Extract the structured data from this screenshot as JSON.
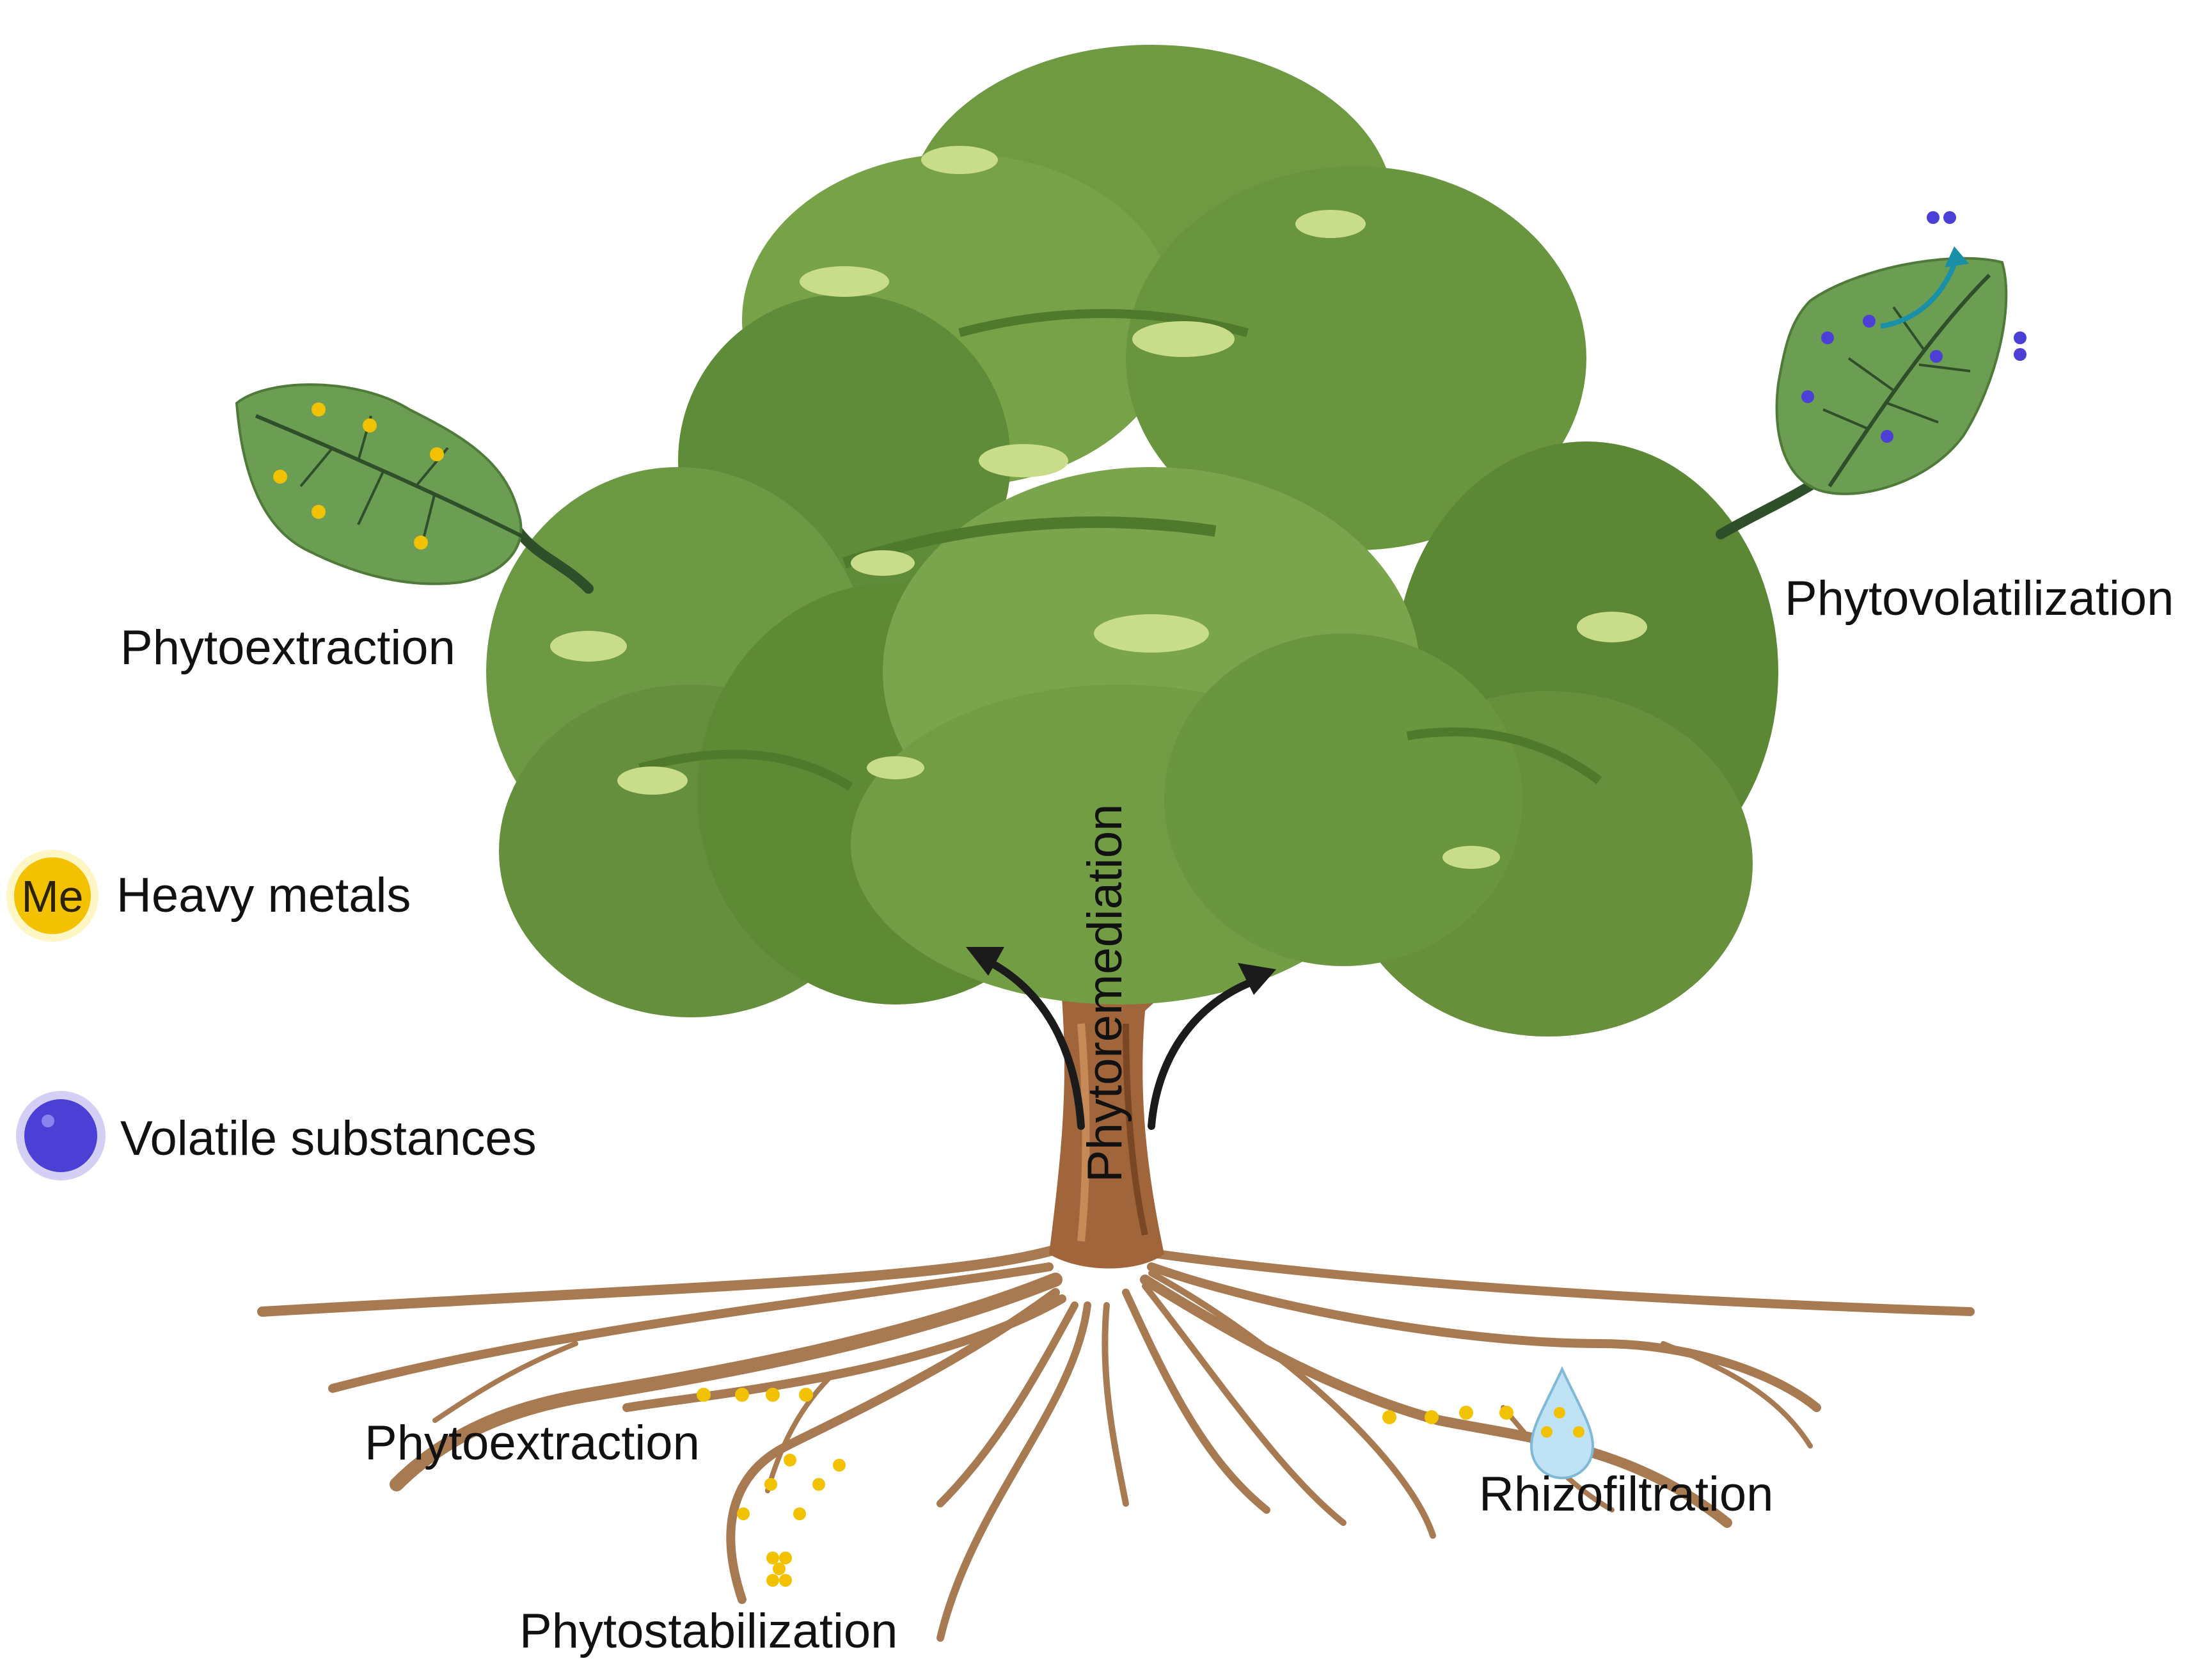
{
  "labels": {
    "phytoextraction_leaf": "Phytoextraction",
    "phytovolatilization": "Phytovolatilization",
    "phytoremediation": "Phytoremediation",
    "phytoextraction_root": "Phytoextraction",
    "phytostabilization": "Phytostabilization",
    "rhizofiltration": "Rhizofiltration"
  },
  "legend": {
    "heavy_metals": {
      "symbol": "Me",
      "label": "Heavy metals",
      "color": "#f2c200"
    },
    "volatile": {
      "label": "Volatile substances",
      "color": "#4b3fd6"
    }
  },
  "colors": {
    "canopy_dark": "#4f7a2c",
    "canopy_mid": "#6f9a42",
    "canopy_light": "#8eb158",
    "highlight": "#c9dc8a",
    "trunk": "#a0653b",
    "root": "#a77a52",
    "leaf": "#6b9e52",
    "leaf_vein": "#2f4f2a",
    "metal": "#f2c200",
    "volatile": "#4b3fd6",
    "water": "#bfe3f5",
    "arrow": "#1b1b1b",
    "arrow_teal": "#1a8fa8"
  }
}
